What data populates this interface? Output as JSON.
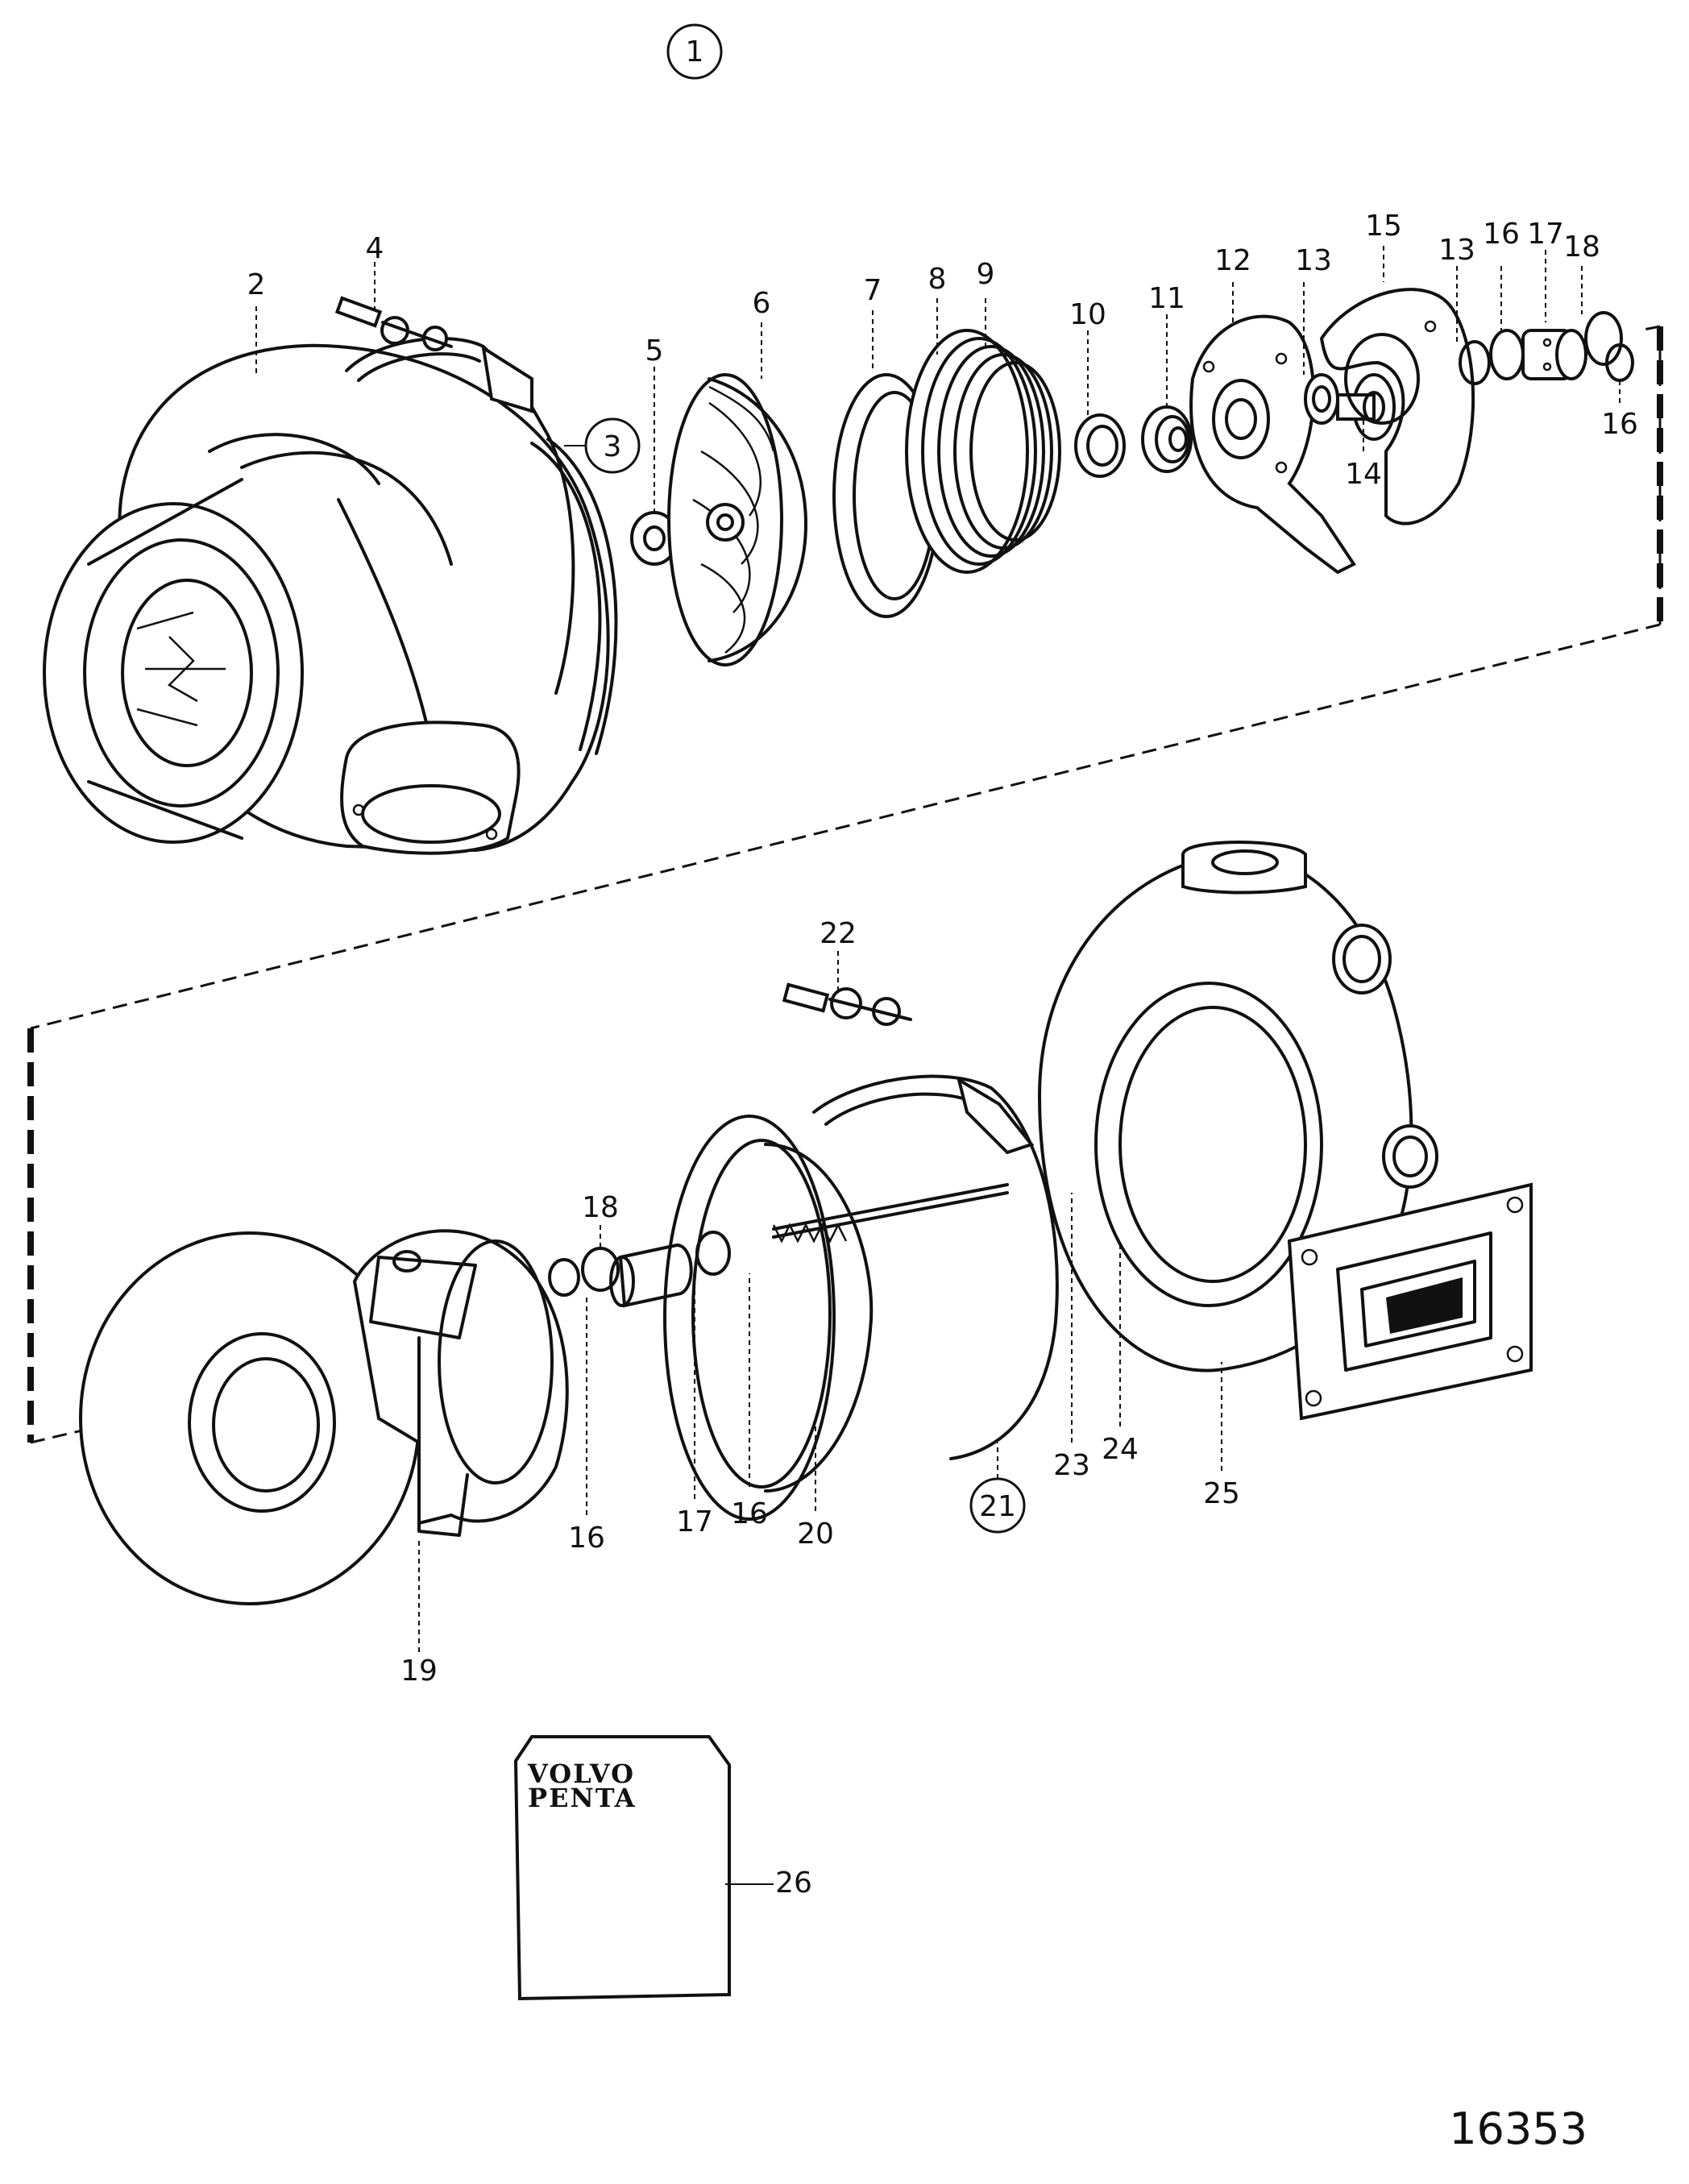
{
  "assembly_number": "1",
  "reference_number": "16353",
  "manual_brand": {
    "line1": "VOLVO",
    "line2": "PENTA"
  },
  "part_labels": {
    "p2": "2",
    "p3": "3",
    "p4": "4",
    "p5": "5",
    "p6": "6",
    "p7": "7",
    "p8": "8",
    "p9": "9",
    "p10": "10",
    "p11": "11",
    "p12": "12",
    "p13a": "13",
    "p13b": "13",
    "p14": "14",
    "p15": "15",
    "p16a": "16",
    "p16b": "16",
    "p16c": "16",
    "p16d": "16",
    "p17a": "17",
    "p17b": "17",
    "p18a": "18",
    "p18b": "18",
    "p19": "19",
    "p20": "20",
    "p21": "21",
    "p22": "22",
    "p23": "23",
    "p24": "24",
    "p25": "25",
    "p26": "26"
  }
}
